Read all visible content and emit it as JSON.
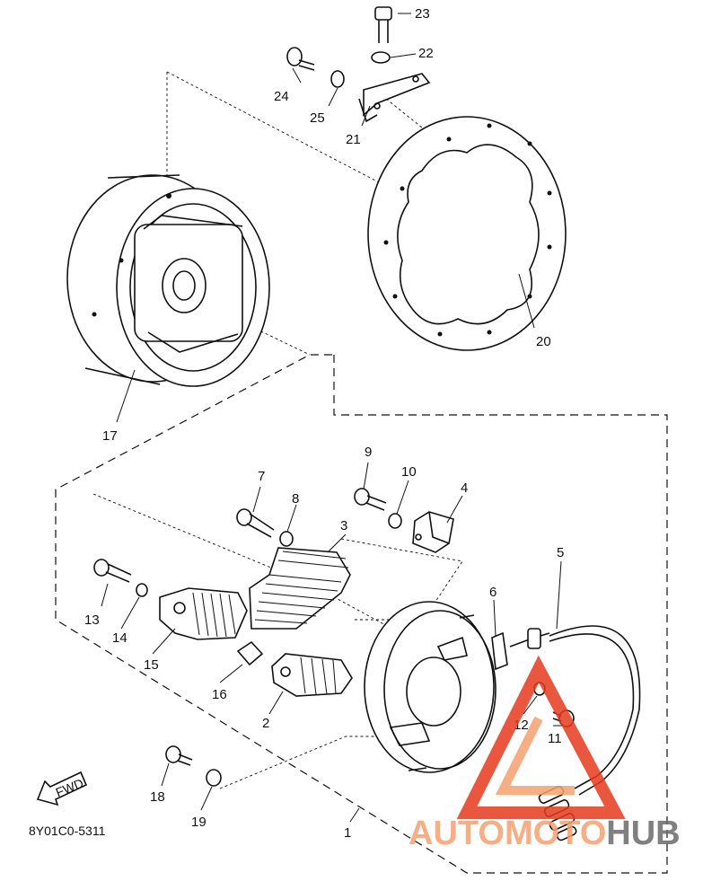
{
  "diagram_code": "8Y01C0-5311",
  "fwd_label": "FWD",
  "watermark": {
    "part1": "AUTOMOTO",
    "part2": "HUB",
    "color_main": "#f7a070",
    "color_accent": "#e63a1e",
    "color_dark": "#6b6b6b"
  },
  "callouts": [
    "1",
    "2",
    "3",
    "4",
    "5",
    "6",
    "7",
    "8",
    "9",
    "10",
    "11",
    "12",
    "13",
    "14",
    "15",
    "16",
    "17",
    "18",
    "19",
    "20",
    "21",
    "22",
    "23",
    "24",
    "25"
  ]
}
